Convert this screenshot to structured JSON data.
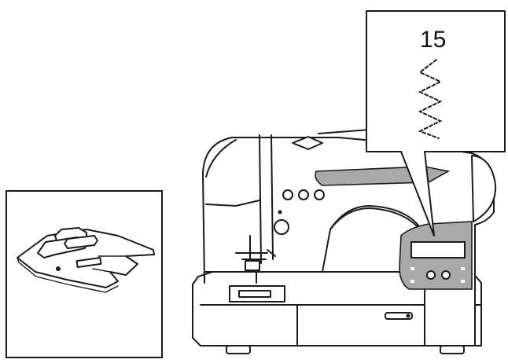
{
  "stitch_callout": {
    "number": "15",
    "pattern": "zigzag-stitch"
  },
  "inset": {
    "subject": "presser-foot"
  },
  "colors": {
    "line": "#1a1a1a",
    "panel_fill": "#a9a9a9",
    "background": "#ffffff"
  }
}
